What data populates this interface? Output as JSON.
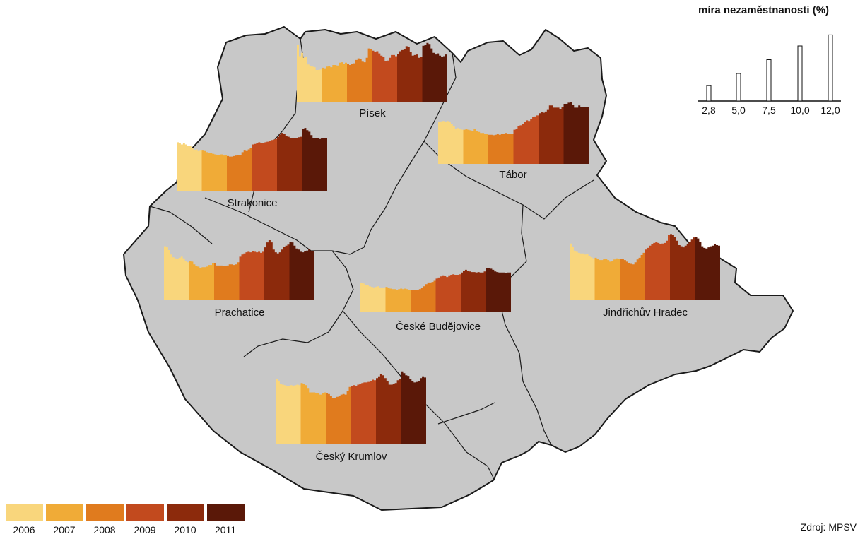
{
  "legend": {
    "title": "míra nezaměstnanosti (%)",
    "scale_values": [
      2.8,
      5.0,
      7.5,
      10.0,
      12.0
    ],
    "scale_labels": [
      "2,8",
      "5,0",
      "7,5",
      "10,0",
      "12,0"
    ]
  },
  "years": {
    "labels": [
      "2006",
      "2007",
      "2008",
      "2009",
      "2010",
      "2011"
    ],
    "colors": [
      "#f9d67c",
      "#f0ab37",
      "#e07b1e",
      "#c24a1e",
      "#8c2a0c",
      "#5a1808"
    ]
  },
  "source": "Zdroj: MPSV",
  "map": {
    "fill": "#c8c8c8",
    "stroke": "#1a1a1a"
  },
  "districts": [
    {
      "name": "Písek",
      "values": [
        10.5,
        8.4,
        9.0,
        8.1,
        8.2,
        6.9,
        6.6,
        6.5,
        6.4,
        5.9,
        5.9,
        6.0,
        6.3,
        6.2,
        6.5,
        6.6,
        6.4,
        6.8,
        6.8,
        6.7,
        7.2,
        7.3,
        7.0,
        7.2,
        7.0,
        6.8,
        7.0,
        7.1,
        7.7,
        8.0,
        7.9,
        7.4,
        7.3,
        8.1,
        9.8,
        9.7,
        9.4,
        9.2,
        9.3,
        8.9,
        8.5,
        8.2,
        7.5,
        7.6,
        8.1,
        8.6,
        8.6,
        8.4,
        8.8,
        9.3,
        9.5,
        9.7,
        10.2,
        10.0,
        9.1,
        8.5,
        8.6,
        8.7,
        8.1,
        8.2,
        10.3,
        10.5,
        10.8,
        10.6,
        9.8,
        9.0,
        8.7,
        8.9,
        8.5,
        8.3,
        8.4,
        8.7
      ]
    },
    {
      "name": "Tábor",
      "values": [
        7.6,
        7.7,
        7.8,
        7.6,
        7.8,
        7.6,
        7.3,
        6.8,
        6.4,
        6.5,
        6.3,
        6.2,
        6.2,
        6.3,
        6.2,
        6.1,
        5.9,
        6.3,
        6.0,
        5.8,
        5.6,
        5.6,
        5.5,
        5.4,
        5.3,
        5.3,
        5.2,
        5.3,
        5.4,
        5.3,
        5.5,
        5.5,
        5.6,
        5.5,
        5.5,
        5.4,
        6.2,
        6.4,
        6.9,
        7.0,
        7.2,
        7.6,
        7.9,
        7.8,
        8.2,
        8.5,
        8.6,
        8.8,
        9.2,
        9.4,
        9.3,
        9.5,
        9.8,
        10.6,
        10.6,
        10.2,
        10.2,
        10.2,
        10.0,
        10.3,
        10.9,
        10.9,
        11.1,
        11.2,
        10.7,
        10.2,
        10.2,
        10.6,
        10.3,
        10.3,
        10.3,
        10.3
      ]
    },
    {
      "name": "Strakonice",
      "values": [
        8.8,
        8.6,
        8.4,
        8.7,
        8.4,
        8.2,
        8.1,
        7.7,
        7.4,
        7.5,
        7.2,
        7.3,
        7.3,
        7.2,
        7.0,
        6.9,
        6.8,
        6.7,
        6.6,
        6.5,
        6.5,
        6.6,
        6.4,
        6.5,
        6.3,
        6.2,
        6.2,
        6.3,
        6.4,
        6.5,
        6.5,
        7.0,
        7.3,
        7.2,
        7.5,
        7.8,
        8.4,
        8.5,
        8.7,
        8.8,
        8.6,
        8.6,
        8.8,
        8.9,
        9.0,
        9.2,
        9.3,
        9.4,
        9.8,
        10.2,
        10.5,
        10.3,
        10.0,
        9.8,
        9.5,
        9.6,
        9.6,
        9.5,
        9.7,
        9.8,
        11.2,
        11.4,
        11.0,
        10.7,
        10.1,
        9.6,
        9.5,
        9.5,
        9.4,
        9.6,
        9.5,
        9.6
      ]
    },
    {
      "name": "Prachatice",
      "values": [
        9.8,
        9.6,
        9.1,
        8.3,
        7.8,
        7.6,
        7.5,
        7.7,
        7.9,
        7.6,
        7.1,
        6.9,
        7.1,
        7.0,
        6.5,
        6.2,
        6.1,
        5.9,
        6.0,
        6.0,
        6.1,
        6.4,
        6.4,
        6.8,
        6.7,
        6.3,
        6.3,
        6.3,
        6.2,
        6.2,
        6.3,
        6.5,
        6.5,
        6.4,
        6.5,
        6.9,
        7.9,
        8.3,
        8.5,
        8.7,
        8.8,
        8.7,
        8.9,
        8.8,
        8.7,
        8.8,
        8.6,
        8.8,
        9.6,
        10.5,
        10.9,
        10.5,
        9.2,
        8.7,
        8.5,
        8.7,
        9.2,
        9.7,
        9.9,
        10.1,
        10.6,
        10.5,
        9.9,
        9.4,
        9.2,
        8.8,
        8.7,
        8.9,
        9.0,
        9.3,
        9.0,
        8.9
      ]
    },
    {
      "name": "České Budějovice",
      "values": [
        5.3,
        5.2,
        5.0,
        4.9,
        4.7,
        4.6,
        4.5,
        4.6,
        4.7,
        4.5,
        4.4,
        4.5,
        4.6,
        4.4,
        4.3,
        4.2,
        4.2,
        4.1,
        4.2,
        4.3,
        4.2,
        4.3,
        4.2,
        4.1,
        4.1,
        4.0,
        4.0,
        4.1,
        4.2,
        4.4,
        4.7,
        5.1,
        5.4,
        5.4,
        5.5,
        5.7,
        6.1,
        6.3,
        6.5,
        6.7,
        6.6,
        6.4,
        6.7,
        6.8,
        6.9,
        6.8,
        6.8,
        6.9,
        7.2,
        7.5,
        7.7,
        7.5,
        7.4,
        7.3,
        7.3,
        7.2,
        7.3,
        7.2,
        7.2,
        7.4,
        8.0,
        8.0,
        7.9,
        7.7,
        7.4,
        7.3,
        7.2,
        7.2,
        7.2,
        7.1,
        7.2,
        7.2
      ]
    },
    {
      "name": "Jindřichův Hradec",
      "values": [
        10.3,
        9.7,
        9.0,
        8.8,
        8.6,
        8.5,
        8.5,
        8.3,
        8.4,
        8.0,
        7.8,
        7.6,
        7.7,
        7.5,
        7.3,
        7.3,
        7.5,
        7.5,
        7.3,
        7.0,
        7.1,
        7.4,
        7.6,
        7.5,
        7.5,
        7.5,
        7.3,
        7.0,
        6.8,
        6.6,
        6.5,
        6.9,
        7.4,
        7.7,
        8.2,
        8.6,
        9.2,
        9.5,
        9.9,
        10.2,
        10.4,
        10.6,
        10.4,
        10.2,
        10.3,
        10.4,
        10.8,
        11.8,
        12.0,
        11.9,
        11.5,
        10.8,
        10.0,
        9.8,
        9.6,
        9.9,
        10.2,
        10.6,
        11.0,
        11.4,
        11.5,
        11.2,
        10.6,
        9.8,
        9.5,
        9.4,
        9.6,
        9.8,
        9.9,
        10.2,
        10.0,
        9.9
      ]
    },
    {
      "name": "Český Krumlov",
      "values": [
        11.7,
        11.3,
        10.8,
        10.7,
        10.6,
        10.4,
        10.4,
        10.6,
        10.5,
        10.6,
        10.7,
        10.6,
        11.0,
        10.9,
        10.6,
        10.1,
        9.3,
        9.3,
        9.3,
        9.2,
        9.1,
        8.9,
        9.1,
        9.3,
        9.2,
        9.0,
        8.6,
        8.3,
        8.2,
        8.5,
        8.6,
        8.9,
        9.0,
        8.9,
        9.5,
        10.3,
        10.5,
        10.6,
        10.5,
        10.7,
        10.9,
        11.0,
        11.1,
        11.1,
        11.2,
        11.4,
        11.6,
        11.5,
        11.9,
        12.2,
        12.6,
        12.4,
        11.9,
        11.3,
        10.7,
        10.7,
        10.8,
        11.0,
        11.5,
        11.8,
        13.1,
        12.8,
        12.4,
        12.3,
        11.7,
        11.3,
        11.1,
        11.2,
        11.4,
        11.9,
        12.2,
        12.0
      ]
    }
  ]
}
